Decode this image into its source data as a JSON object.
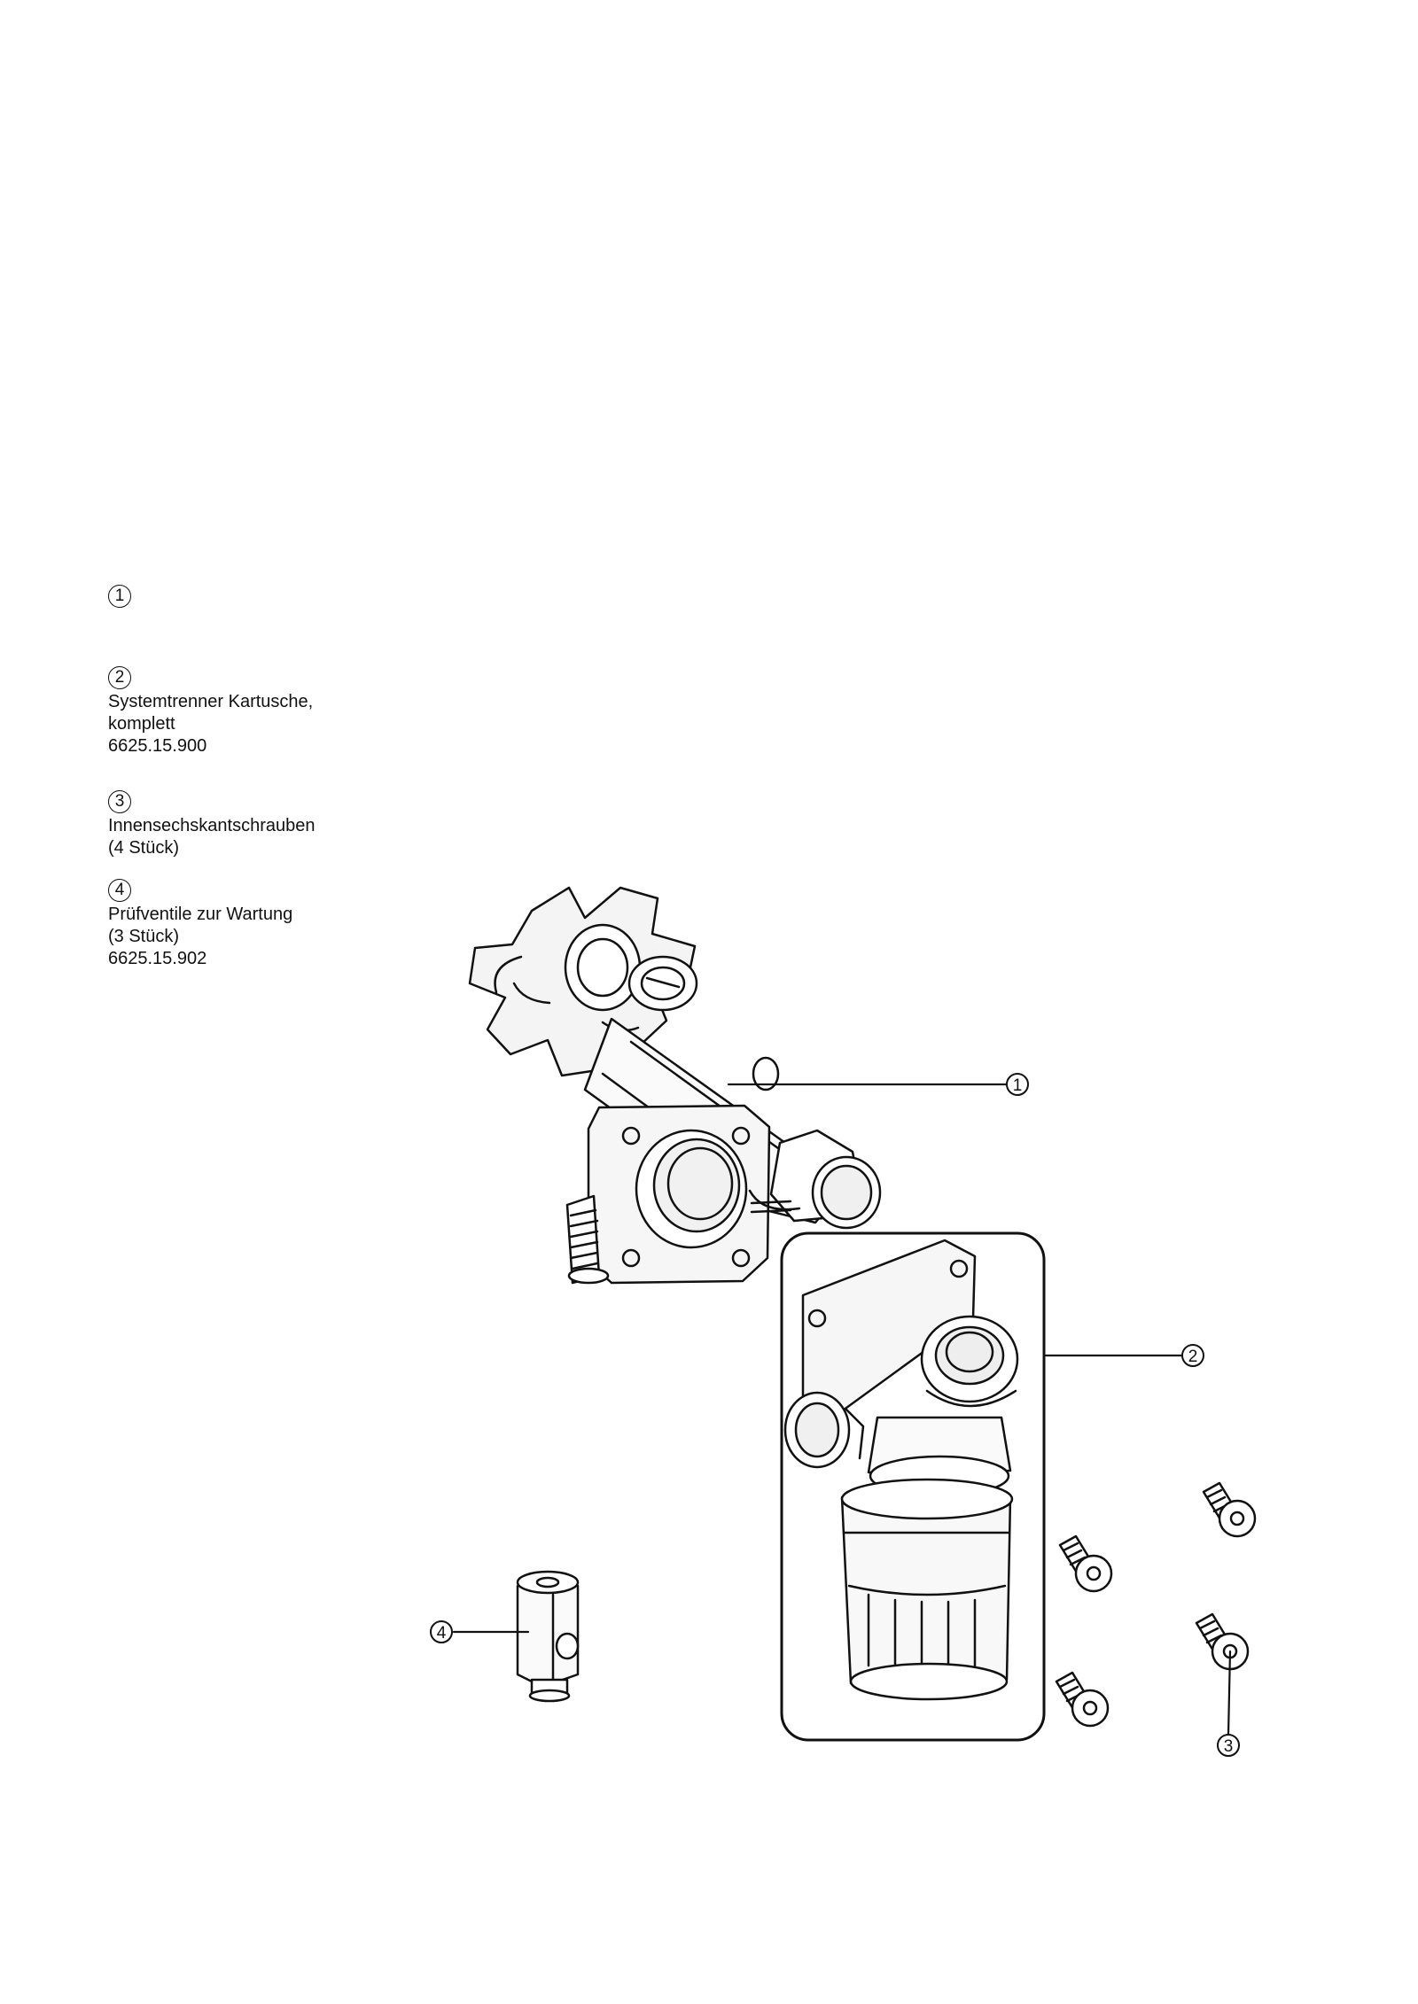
{
  "legend": [
    {
      "number": "1",
      "lines": []
    },
    {
      "number": "2",
      "lines": [
        "Systemtrenner Kartusche,",
        "komplett",
        "6625.15.900"
      ]
    },
    {
      "number": "3",
      "lines": [
        "Innensechskantschrauben",
        "(4 Stück)"
      ]
    },
    {
      "number": "4",
      "lines": [
        "Prüfventile zur Wartung",
        "(3 Stück)",
        "6625.15.902"
      ]
    }
  ],
  "callouts": [
    "1",
    "2",
    "3",
    "4"
  ]
}
